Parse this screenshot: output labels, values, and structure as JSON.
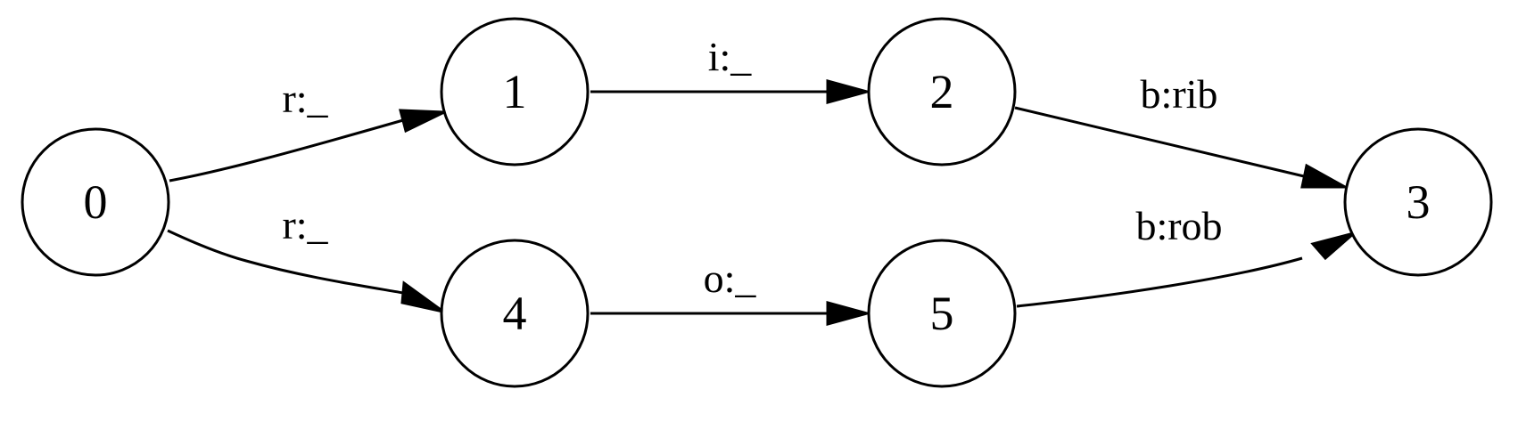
{
  "diagram": {
    "type": "finite-state-transducer",
    "colors": {
      "stroke": "#000000",
      "fill": "#ffffff",
      "text": "#000000"
    },
    "nodes": [
      {
        "id": "0",
        "label": "0"
      },
      {
        "id": "1",
        "label": "1"
      },
      {
        "id": "2",
        "label": "2"
      },
      {
        "id": "3",
        "label": "3"
      },
      {
        "id": "4",
        "label": "4"
      },
      {
        "id": "5",
        "label": "5"
      }
    ],
    "edges": [
      {
        "from": "0",
        "to": "1",
        "label": "r:_"
      },
      {
        "from": "1",
        "to": "2",
        "label": "i:_"
      },
      {
        "from": "2",
        "to": "3",
        "label": "b:rib"
      },
      {
        "from": "0",
        "to": "4",
        "label": "r:_"
      },
      {
        "from": "4",
        "to": "5",
        "label": "o:_"
      },
      {
        "from": "5",
        "to": "3",
        "label": "b:rob"
      }
    ]
  }
}
